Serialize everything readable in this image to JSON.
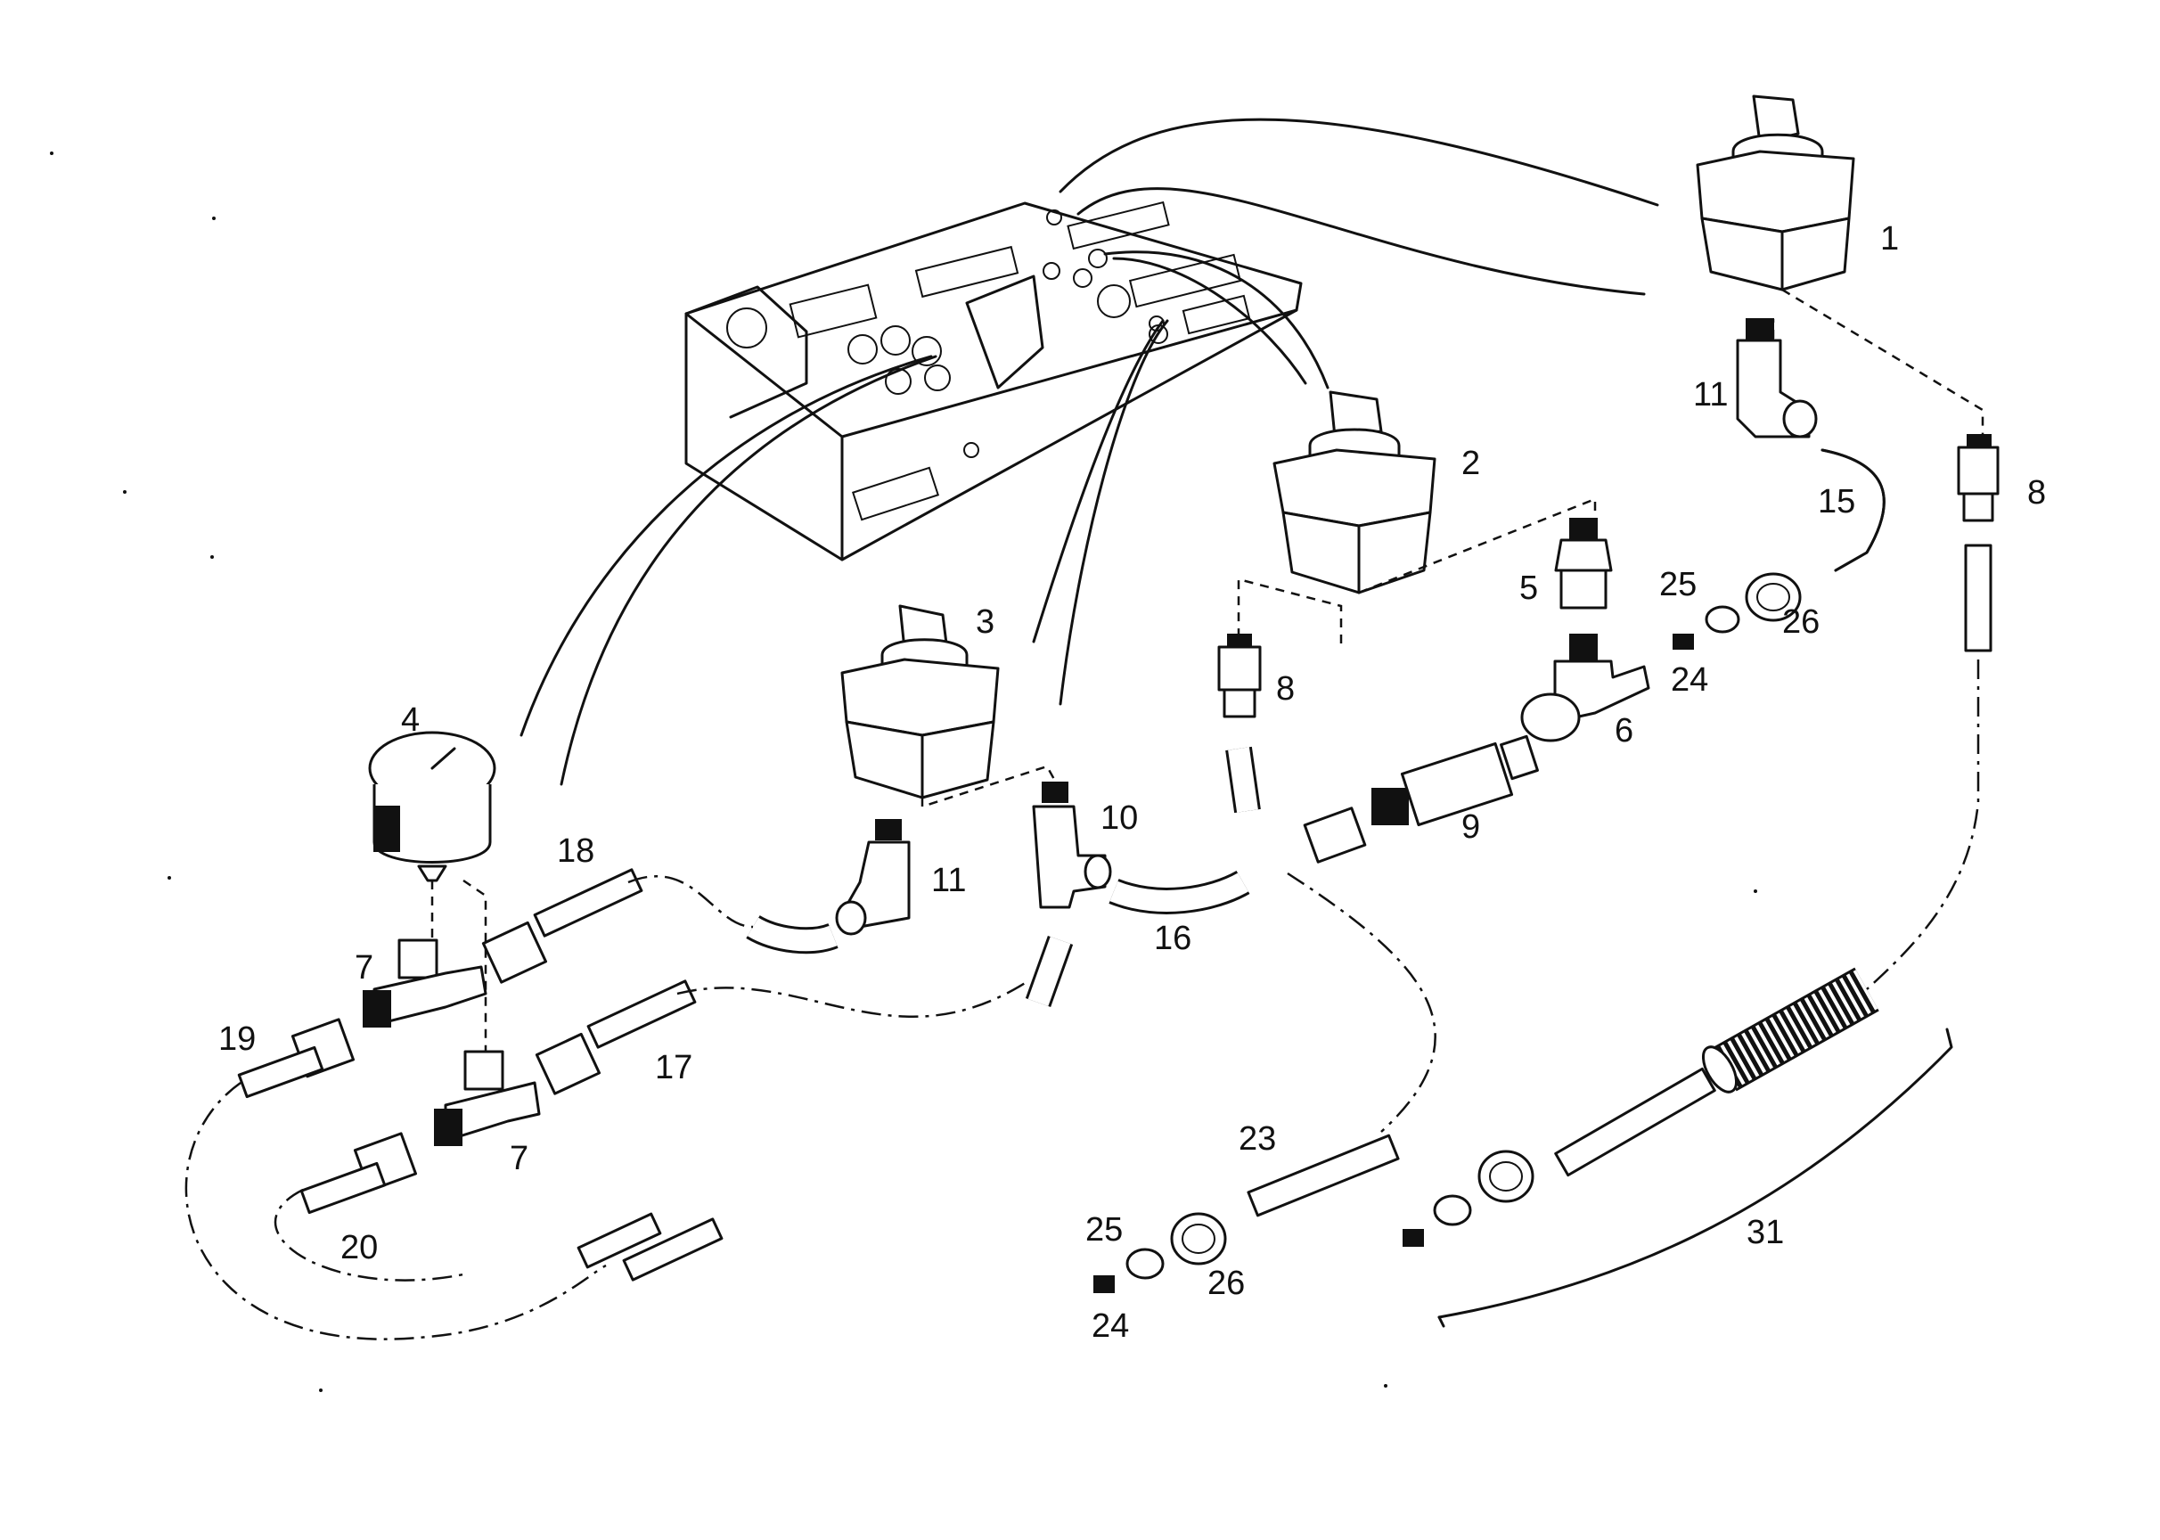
{
  "diagram": {
    "labels": {
      "p1": "1",
      "p2": "2",
      "p3": "3",
      "p4": "4",
      "p5": "5",
      "p6": "6",
      "p7a": "7",
      "p7b": "7",
      "p8a": "8",
      "p8b": "8",
      "p9": "9",
      "p10": "10",
      "p11a": "11",
      "p11b": "11",
      "p15": "15",
      "p16": "16",
      "p17": "17",
      "p18": "18",
      "p19": "19",
      "p20": "20",
      "p23": "23",
      "p24a": "24",
      "p24b": "24",
      "p25a": "25",
      "p25b": "25",
      "p26a": "26",
      "p26b": "26",
      "p31": "31"
    }
  }
}
